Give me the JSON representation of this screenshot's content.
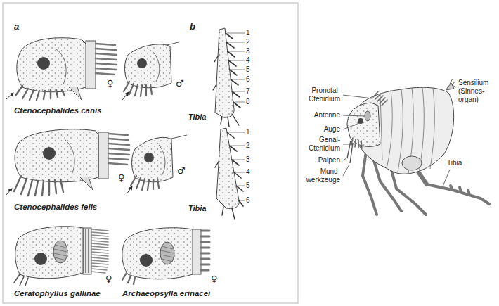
{
  "diagram": {
    "labels": [
      "a",
      "b",
      "Ctenocephalides canis",
      "♀",
      "♂",
      "Tibia",
      "1",
      "2",
      "3",
      "4",
      "5",
      "6",
      "7",
      "8",
      "Ctenocephalides felis",
      "♀",
      "♂",
      "Tibia",
      "1",
      "2",
      "3",
      "4",
      "5",
      "6",
      "Ceratophyllus gallinae",
      "♀",
      "Archaeopsylla erinacei",
      "♀",
      "Pronotal- Ctenidium",
      "Antenne",
      "Auge",
      "Genal- Ctenidium",
      "Palpen",
      "Mund- werkzeuge",
      "Sensilium (Sinnes- organ)",
      "Tibia"
    ]
  }
}
